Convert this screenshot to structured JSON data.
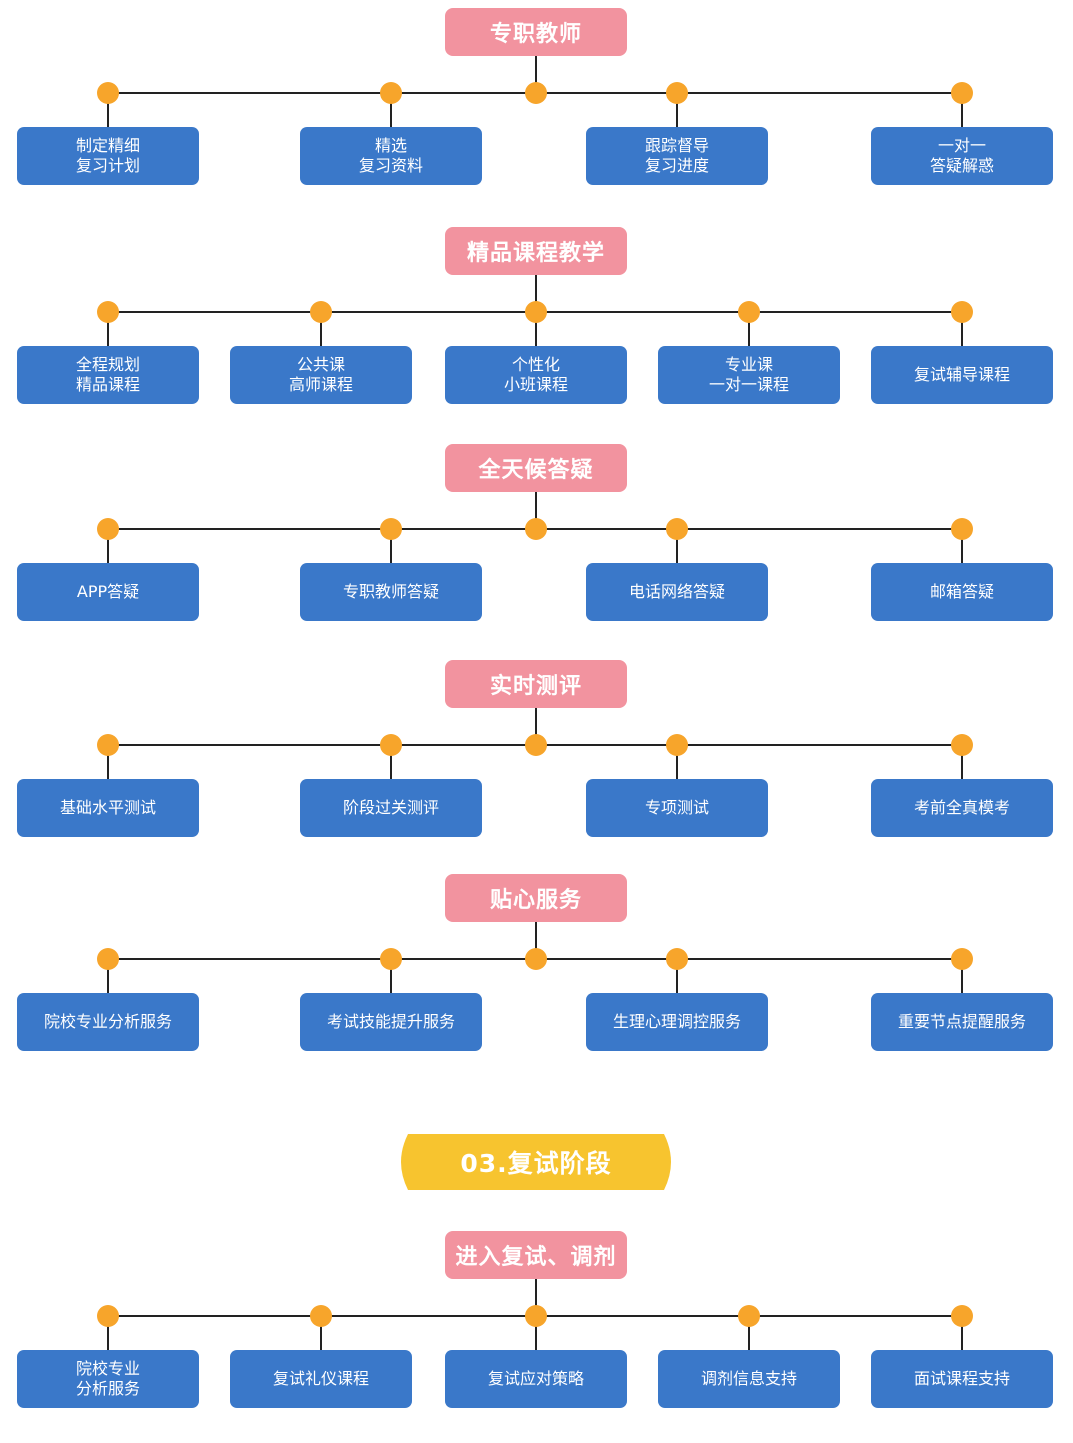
{
  "colors": {
    "header": "#f2939f",
    "box": "#3a78c9",
    "dot": "#f7a52b",
    "line": "#222222",
    "banner": "#f7c42f"
  },
  "sections": [
    {
      "title": "专职教师",
      "items": [
        "制定精细\n复习计划",
        "精选\n复习资料",
        "跟踪督导\n复习进度",
        "一对一\n答疑解惑"
      ]
    },
    {
      "title": "精品课程教学",
      "items": [
        "全程规划\n精品课程",
        "公共课\n高师课程",
        "个性化\n小班课程",
        "专业课\n一对一课程",
        "复试辅导课程"
      ]
    },
    {
      "title": "全天候答疑",
      "items": [
        "APP答疑",
        "专职教师答疑",
        "电话网络答疑",
        "邮箱答疑"
      ]
    },
    {
      "title": "实时测评",
      "items": [
        "基础水平测试",
        "阶段过关测评",
        "专项测试",
        "考前全真模考"
      ]
    },
    {
      "title": "贴心服务",
      "items": [
        "院校专业分析服务",
        "考试技能提升服务",
        "生理心理调控服务",
        "重要节点提醒服务"
      ]
    }
  ],
  "stage": {
    "label": "03.复试阶段"
  },
  "final_section": {
    "title": "进入复试、调剂",
    "items": [
      "院校专业\n分析服务",
      "复试礼仪课程",
      "复试应对策略",
      "调剂信息支持",
      "面试课程支持"
    ]
  }
}
